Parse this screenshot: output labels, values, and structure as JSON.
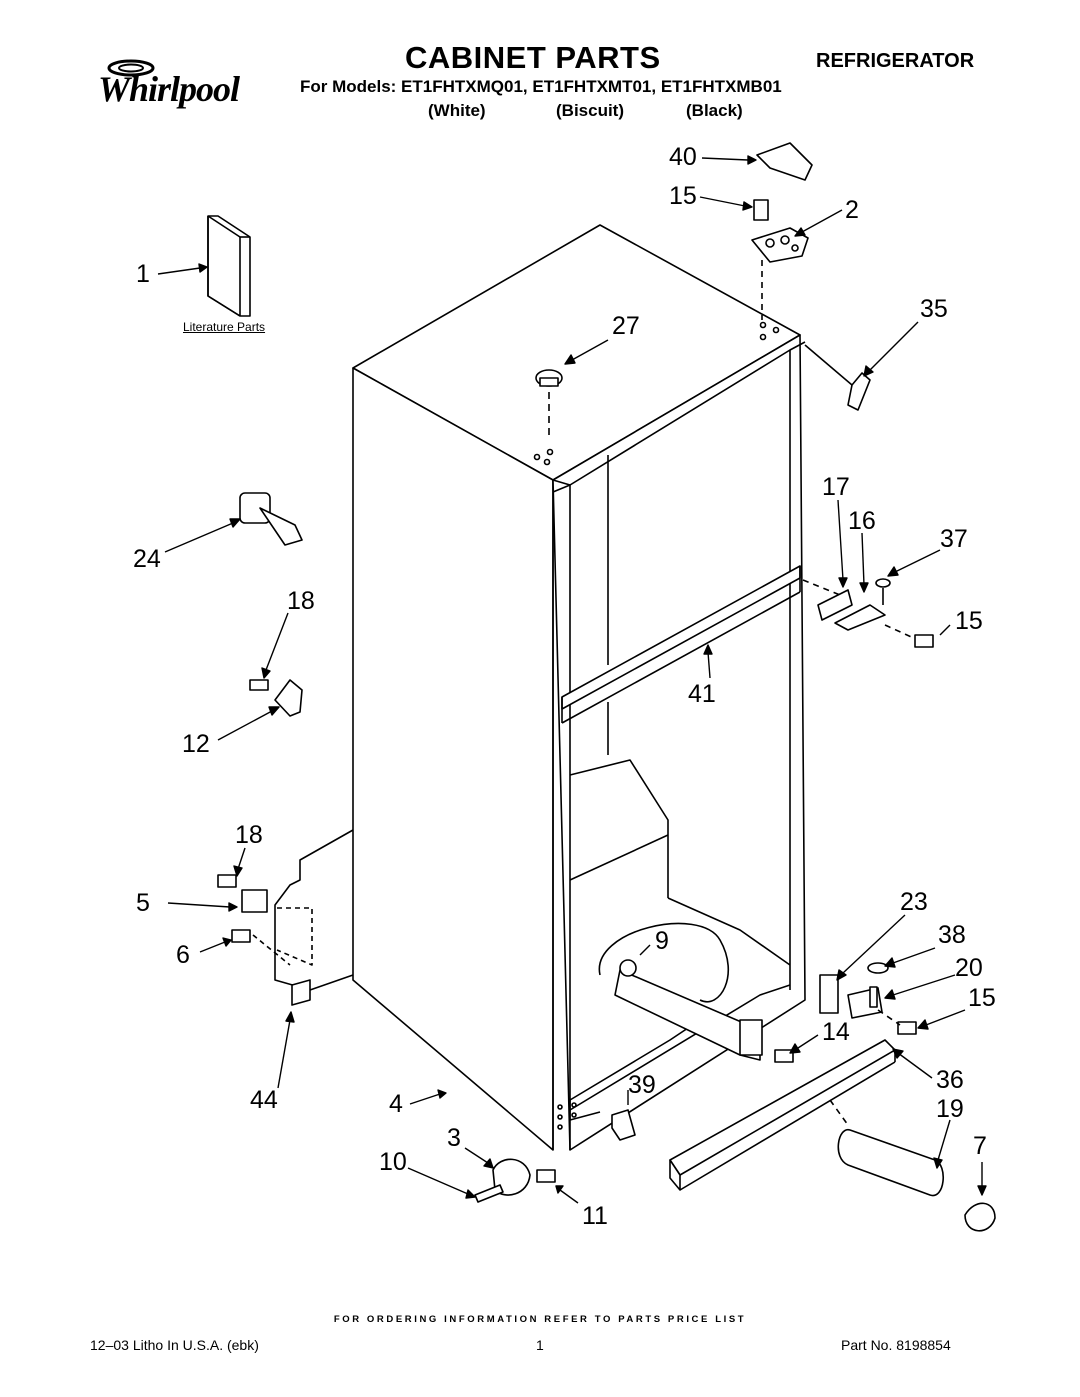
{
  "header": {
    "brand": "Whirlpool",
    "title": "CABINET PARTS",
    "subtitle": "REFRIGERATOR",
    "models_line": "For Models: ET1FHTXMQ01, ET1FHTXMT01, ET1FHTXMB01",
    "colors": [
      "(White)",
      "(Biscuit)",
      "(Black)"
    ]
  },
  "diagram": {
    "literature_label": "Literature Parts",
    "callouts": [
      "40",
      "15",
      "2",
      "1",
      "35",
      "27",
      "17",
      "16",
      "37",
      "24",
      "18",
      "15",
      "41",
      "12",
      "18",
      "23",
      "38",
      "9",
      "5",
      "20",
      "6",
      "15",
      "14",
      "36",
      "44",
      "39",
      "4",
      "19",
      "3",
      "7",
      "10",
      "11"
    ]
  },
  "footer": {
    "ordering_note": "FOR ORDERING INFORMATION REFER TO PARTS PRICE LIST",
    "litho": "12–03 Litho In U.S.A. (ebk)",
    "page_number": "1",
    "part_no": "Part No. 8198854"
  }
}
